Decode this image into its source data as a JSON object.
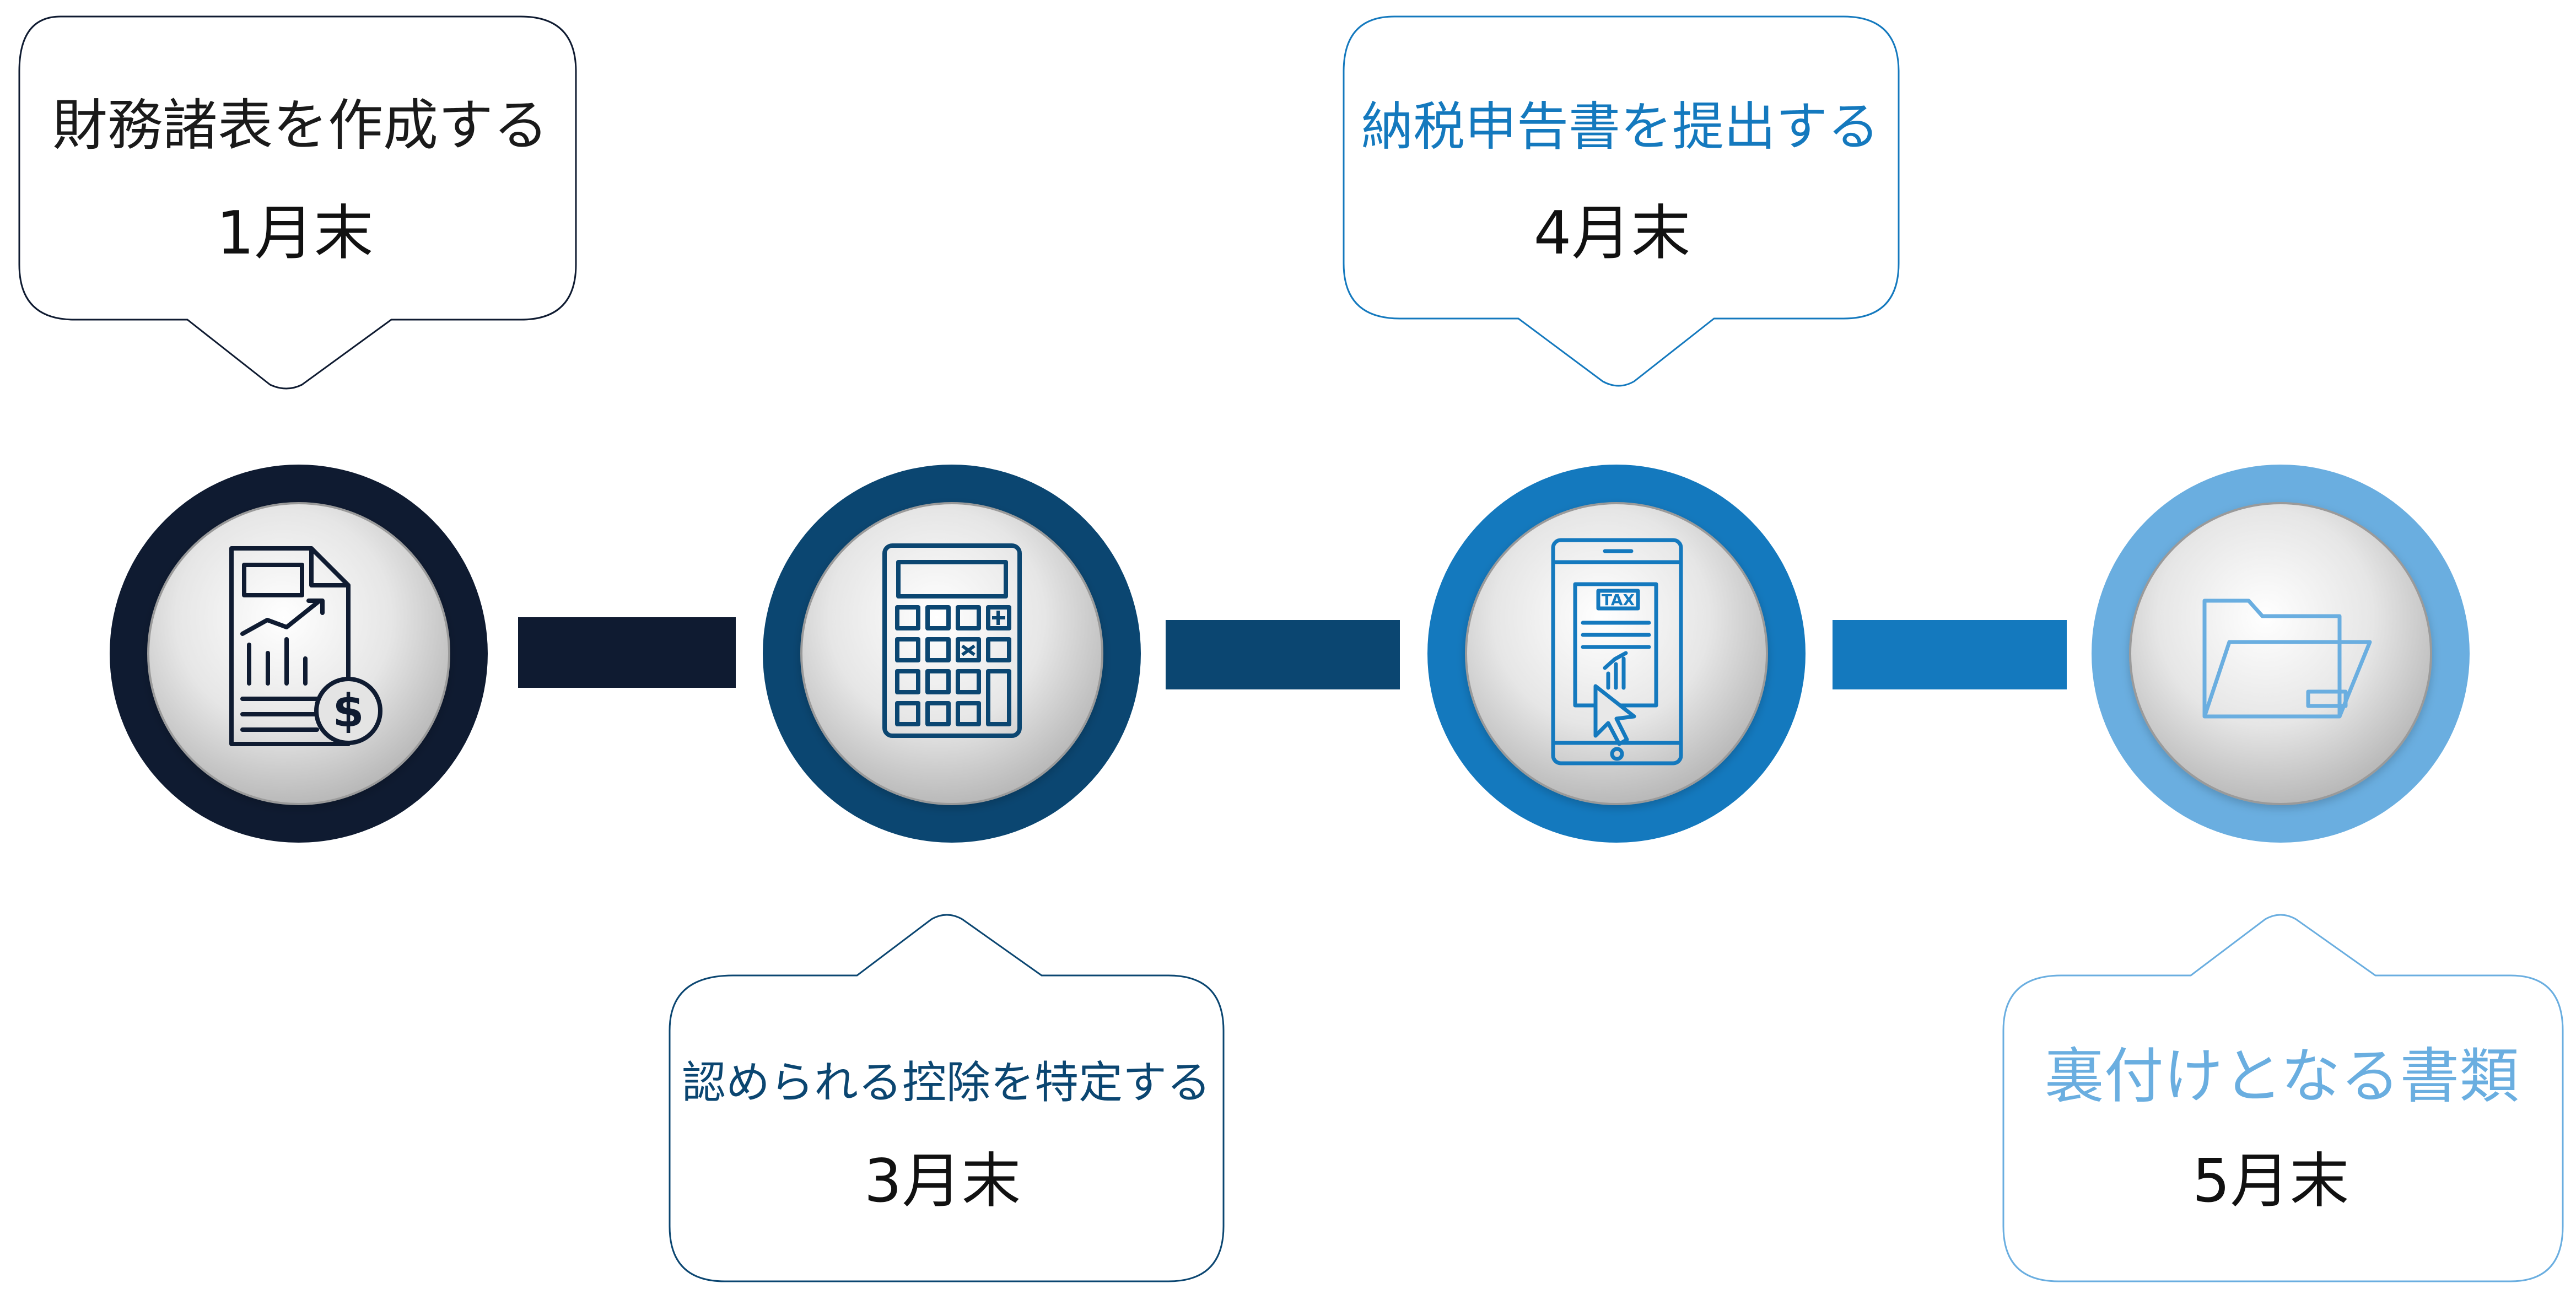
{
  "steps": [
    {
      "task": "財務諸表を作成する",
      "deadline": "1月末",
      "color": "#0F1B31",
      "text_color": "#1a1a1a",
      "icon": "financial-report-icon"
    },
    {
      "task": "認められる控除を特定する",
      "deadline": "3月末",
      "color": "#0B4671",
      "text_color": "#0B4671",
      "icon": "calculator-icon"
    },
    {
      "task": "納税申告書を提出する",
      "deadline": "4月末",
      "color": "#1479BE",
      "text_color": "#1479BE",
      "icon": "tax-tablet-icon"
    },
    {
      "task": "裏付けとなる書類",
      "deadline": "5月末",
      "color": "#6AAEE0",
      "text_color": "#6AAEE0",
      "icon": "folder-icon"
    }
  ],
  "tax_label": "TAX",
  "currency_symbol": "$"
}
